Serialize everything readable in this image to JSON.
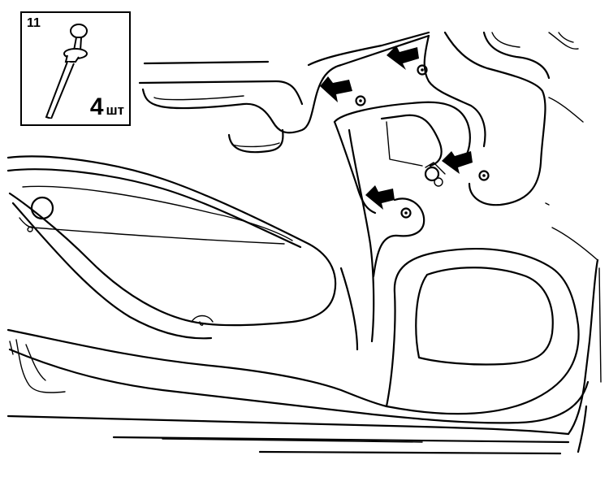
{
  "inset": {
    "figure_number": "11",
    "quantity": "4",
    "unit": "шт",
    "part_icon": "blind-rivet-icon"
  },
  "callouts": {
    "arrow_icon": "pointer-arrow-icon",
    "count": 4
  },
  "colors": {
    "line": "#000000",
    "background": "#ffffff"
  }
}
